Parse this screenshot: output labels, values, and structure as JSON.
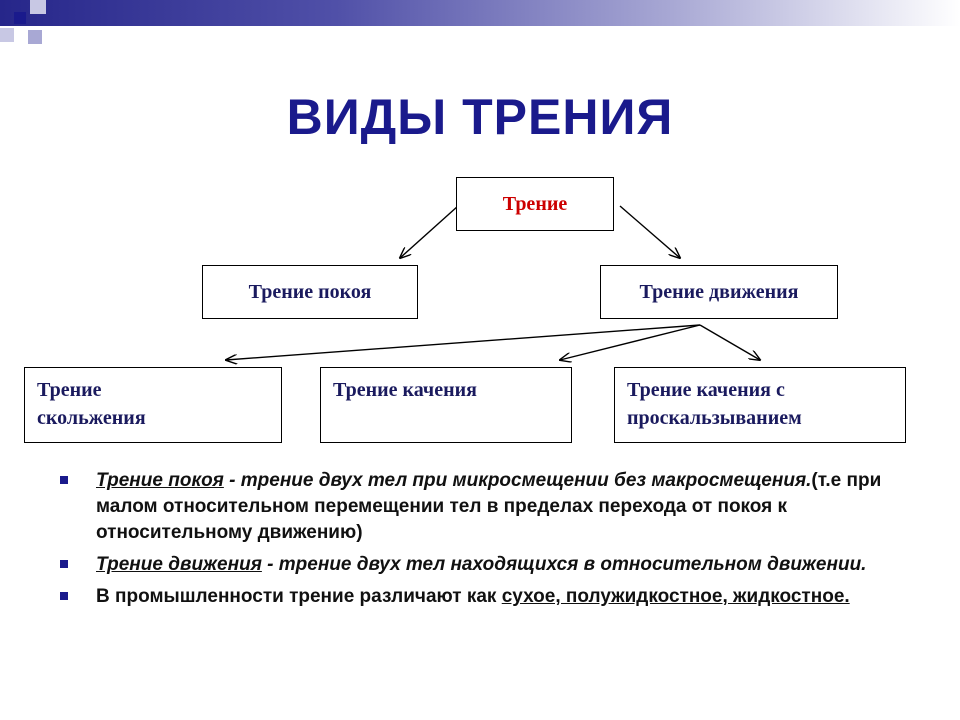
{
  "colors": {
    "title": "#1a1a8c",
    "root_text": "#cc0000",
    "box_text": "#1a1a5e",
    "bullet": "#1a1a8c"
  },
  "title": "ВИДЫ ТРЕНИЯ",
  "diagram": {
    "root": "Трение",
    "level1": [
      "Трение покоя",
      "Трение движения"
    ],
    "level2": [
      "Трение скольжения",
      "Трение качения",
      "Трение качения с проскальзыванием"
    ]
  },
  "bullets": [
    {
      "term": "Трение  покоя",
      "definition": " - трение двух тел при микросмещении без макросмещения.",
      "note": "(т.е при малом относительном перемещении тел в пределах перехода от покоя к относительному движению)"
    },
    {
      "term": "Трение  движения",
      "definition": " - трение двух тел находящихся в относительном движении."
    },
    {
      "prefix": "В промышленности трение различают как ",
      "types": "сухое, полужидкостное, жидкостное."
    }
  ]
}
